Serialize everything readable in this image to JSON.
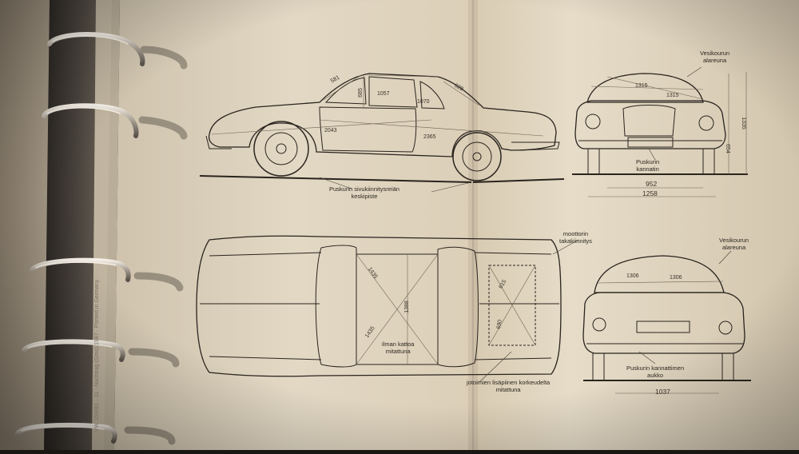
{
  "labels": {
    "side_bumper_mount": "Puskurin sivukiinnitysreiän\nkeskipiste",
    "front_gutter": "Vesikourun\nalareuna",
    "front_bumper_bracket": "Puskurin\nkannatin",
    "engine_rear_mount": "moottorin\ntakakiinnitys",
    "rear_gutter": "Vesikourun\nalareuna",
    "rear_bumper_bracket_hole": "Puskurin kannattimen\naukko",
    "roof_measured_without": "ilman kattoa\nmitattuna",
    "rocker_measured": "jotoimien lisäpiinen korkeudelta\nmitattuna"
  },
  "dimensions": {
    "side_windshield": "581",
    "side_roof_diag": "1057",
    "side_roof_vertical": "685",
    "side_door": "1070",
    "side_rear_window": "628",
    "side_diag_front": "2043",
    "side_diag_rear": "2365",
    "front_width_a": "1315",
    "front_width_b": "1315",
    "front_height": "1335",
    "front_bumper_height": "654",
    "front_track_inner": "952",
    "front_track_outer": "1258",
    "top_diag_a": "1435",
    "top_diag_b": "1435",
    "top_center": "1388",
    "top_rear_a": "615",
    "top_rear_b": "690",
    "rear_width_a": "1306",
    "rear_width_b": "1306",
    "rear_track": "1037"
  },
  "spine_text": "VW 150081 · 11 · Nachtrag (Gms) 1987 · Printed in Germany"
}
